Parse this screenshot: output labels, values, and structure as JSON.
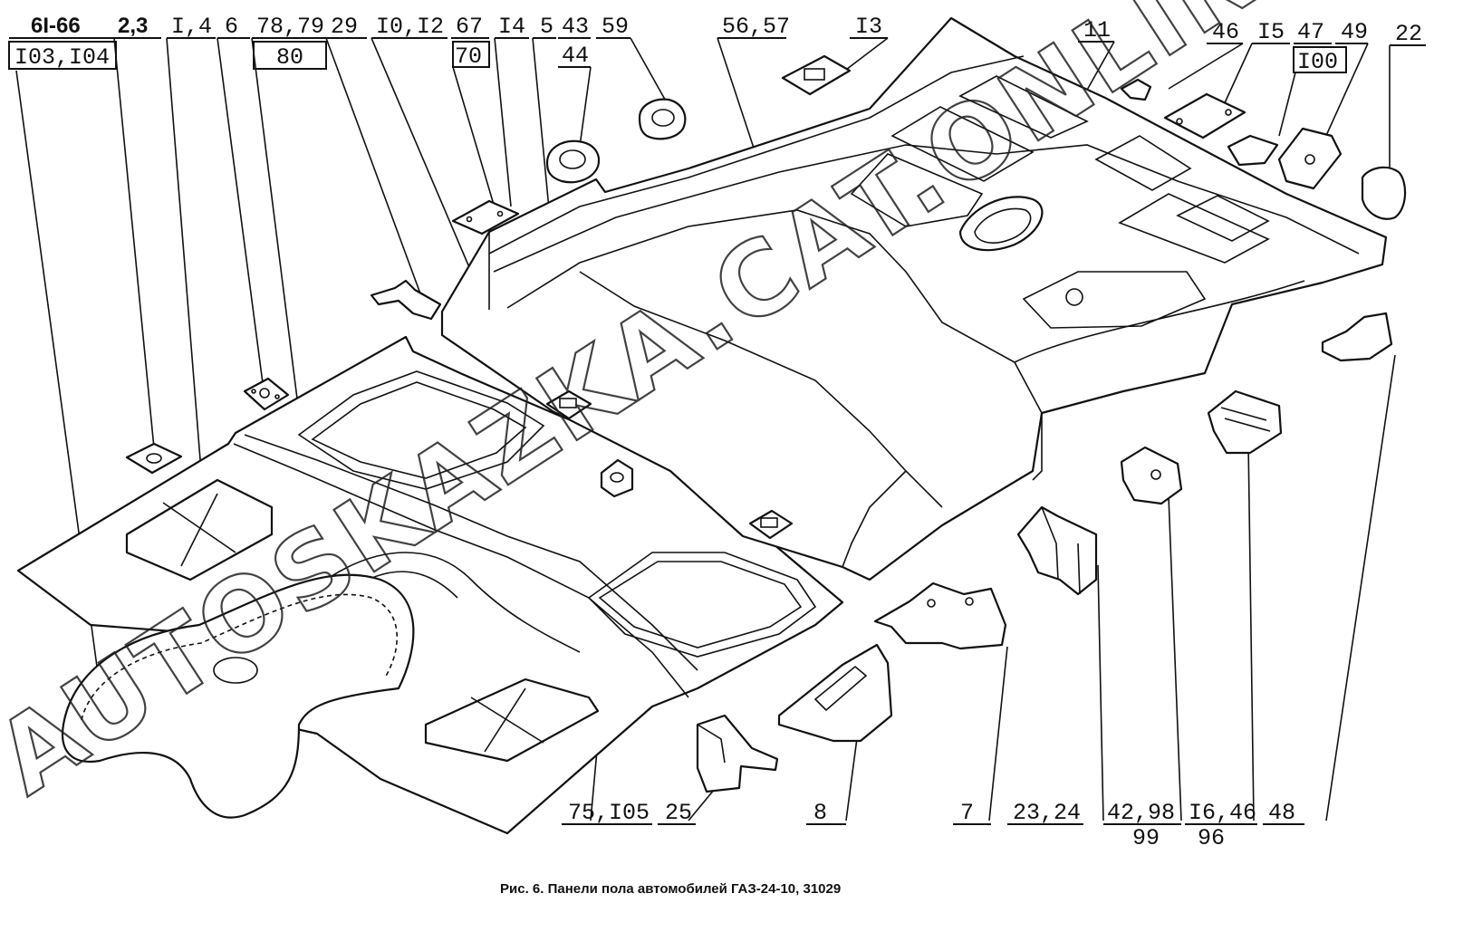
{
  "caption": "Рис. 6. Панели пола автомобилей ГАЗ-24-10, 31029",
  "watermark": "AUTOSKAZKA.CAT.ONLINE",
  "colors": {
    "ink": "#111111",
    "paper": "#ffffff"
  },
  "callouts_top": [
    {
      "id": "c1",
      "text": "6I-66",
      "boxed_below": "I03,I04"
    },
    {
      "id": "c2",
      "text": "2,3"
    },
    {
      "id": "c3",
      "text": "I,4"
    },
    {
      "id": "c4",
      "text": "6"
    },
    {
      "id": "c5",
      "text": "78,79",
      "boxed_below": "80"
    },
    {
      "id": "c6",
      "text": "29"
    },
    {
      "id": "c7",
      "text": "I0,I2"
    },
    {
      "id": "c8",
      "text": "67",
      "boxed_below": "70"
    },
    {
      "id": "c9",
      "text": "I4"
    },
    {
      "id": "c10",
      "text": "5"
    },
    {
      "id": "c11",
      "text": "43",
      "below": "44"
    },
    {
      "id": "c12",
      "text": "59"
    },
    {
      "id": "c13",
      "text": "56,57"
    },
    {
      "id": "c14",
      "text": "I3"
    },
    {
      "id": "c15",
      "text": "11"
    },
    {
      "id": "c16",
      "text": "46"
    },
    {
      "id": "c17",
      "text": "I5"
    },
    {
      "id": "c18",
      "text": "47",
      "boxed_below": "I00"
    },
    {
      "id": "c19",
      "text": "49"
    },
    {
      "id": "c20",
      "text": "22"
    }
  ],
  "callouts_bottom": [
    {
      "id": "b1",
      "text": "75,I05"
    },
    {
      "id": "b2",
      "text": "25"
    },
    {
      "id": "b3",
      "text": "8"
    },
    {
      "id": "b4",
      "text": "7"
    },
    {
      "id": "b5",
      "text": "23,24"
    },
    {
      "id": "b6",
      "text": "42,98",
      "below": "99"
    },
    {
      "id": "b7",
      "text": "I6,46",
      "below": "96"
    },
    {
      "id": "b8",
      "text": "48"
    }
  ]
}
